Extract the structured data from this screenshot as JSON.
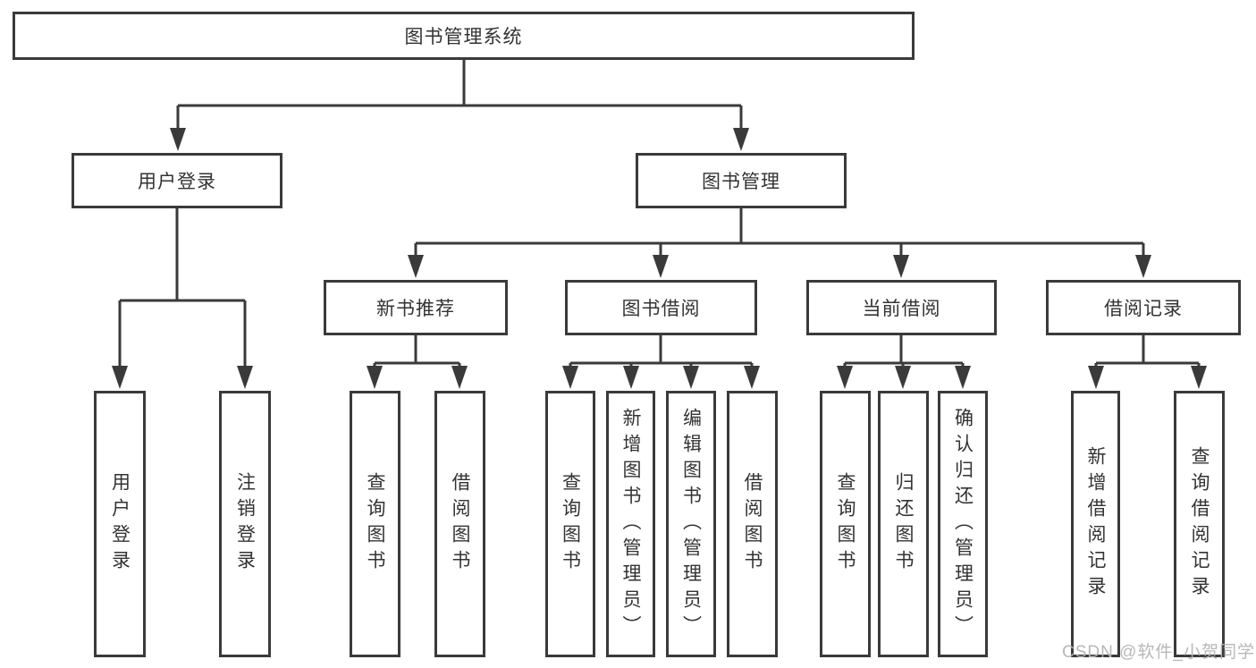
{
  "watermark": "CSDN @软件_小贺同学",
  "tree": {
    "root": "图书管理系统",
    "user_login": {
      "label": "用户登录",
      "children": {
        "login": "用户登录",
        "logout": "注销登录"
      }
    },
    "book_mgmt": {
      "label": "图书管理",
      "sections": {
        "new_book_rec": {
          "label": "新书推荐",
          "children": {
            "query_book": "查询图书",
            "borrow_book": "借阅图书"
          }
        },
        "book_borrow": {
          "label": "图书借阅",
          "children": {
            "query_book": "查询图书",
            "add_book": "新增图书（管理员）",
            "edit_book": "编辑图书（管理员）",
            "borrow_book": "借阅图书"
          }
        },
        "current_borrow": {
          "label": "当前借阅",
          "children": {
            "query_book": "查询图书",
            "return_book": "归还图书",
            "confirm_return": "确认归还（管理员）"
          }
        },
        "borrow_record": {
          "label": "借阅记录",
          "children": {
            "add_record": "新增借阅记录",
            "query_record": "查询借阅记录"
          }
        }
      }
    }
  }
}
